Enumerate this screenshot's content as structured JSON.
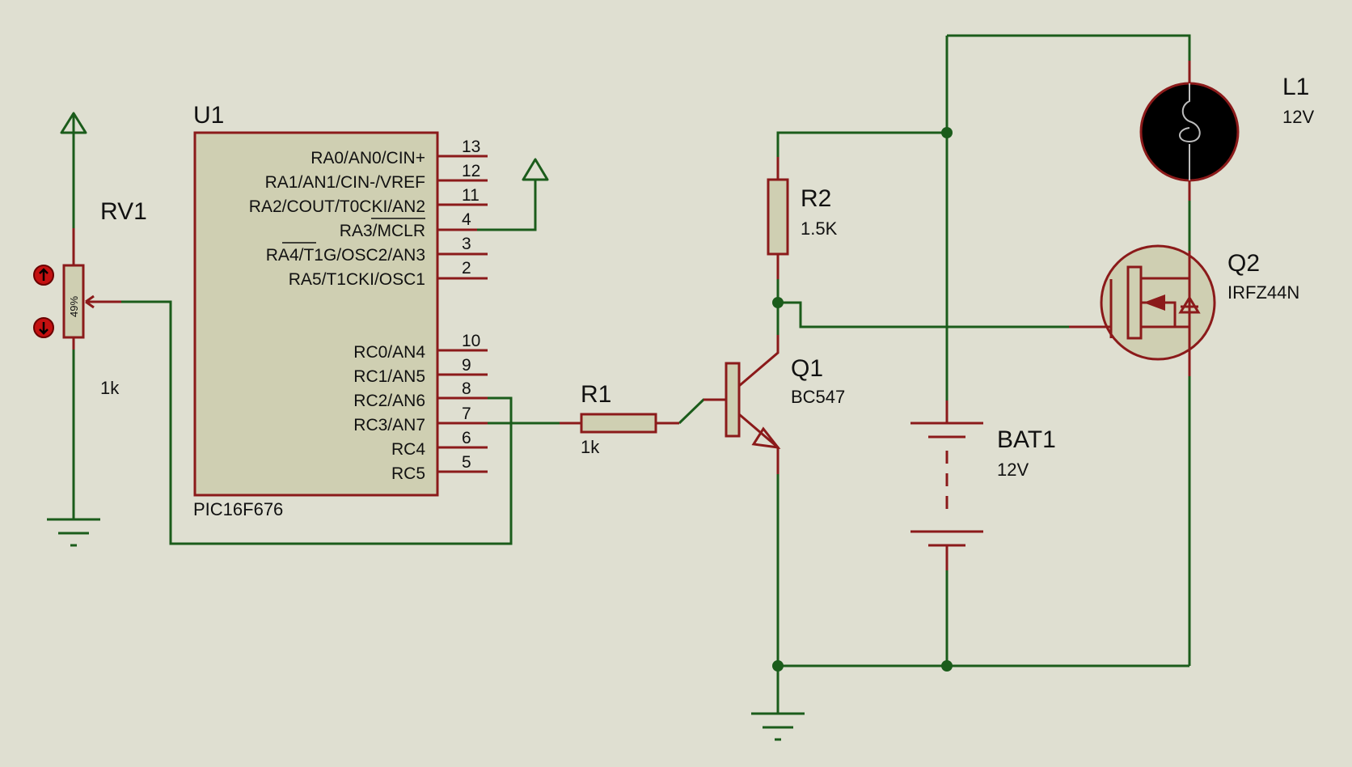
{
  "colors": {
    "background": "#dfdfd1",
    "wire": "#1b5c1b",
    "component": "#8b1a1a",
    "component_fill": "#cfcfb2",
    "lamp_fill": "#000000"
  },
  "u1": {
    "ref": "U1",
    "part": "PIC16F676",
    "pins": [
      {
        "name": "RA0/AN0/CIN+",
        "num": "13"
      },
      {
        "name": "RA1/AN1/CIN-/VREF",
        "num": "12"
      },
      {
        "name": "RA2/COUT/T0CKI/AN2",
        "num": "11"
      },
      {
        "name": "RA3/MCLR",
        "num": "4"
      },
      {
        "name": "RA4/T1G/OSC2/AN3",
        "num": "3"
      },
      {
        "name": "RA5/T1CKI/OSC1",
        "num": "2"
      },
      {
        "name": "RC0/AN4",
        "num": "10"
      },
      {
        "name": "RC1/AN5",
        "num": "9"
      },
      {
        "name": "RC2/AN6",
        "num": "8"
      },
      {
        "name": "RC3/AN7",
        "num": "7"
      },
      {
        "name": "RC4",
        "num": "6"
      },
      {
        "name": "RC5",
        "num": "5"
      }
    ]
  },
  "rv1": {
    "ref": "RV1",
    "value": "1k",
    "wiper": "49%"
  },
  "r1": {
    "ref": "R1",
    "value": "1k"
  },
  "r2": {
    "ref": "R2",
    "value": "1.5K"
  },
  "q1": {
    "ref": "Q1",
    "part": "BC547"
  },
  "q2": {
    "ref": "Q2",
    "part": "IRFZ44N"
  },
  "l1": {
    "ref": "L1",
    "value": "12V"
  },
  "bat1": {
    "ref": "BAT1",
    "value": "12V"
  },
  "icons": [
    "power-terminal-icon",
    "ground-icon",
    "increment-icon",
    "decrement-icon",
    "lamp-icon"
  ]
}
